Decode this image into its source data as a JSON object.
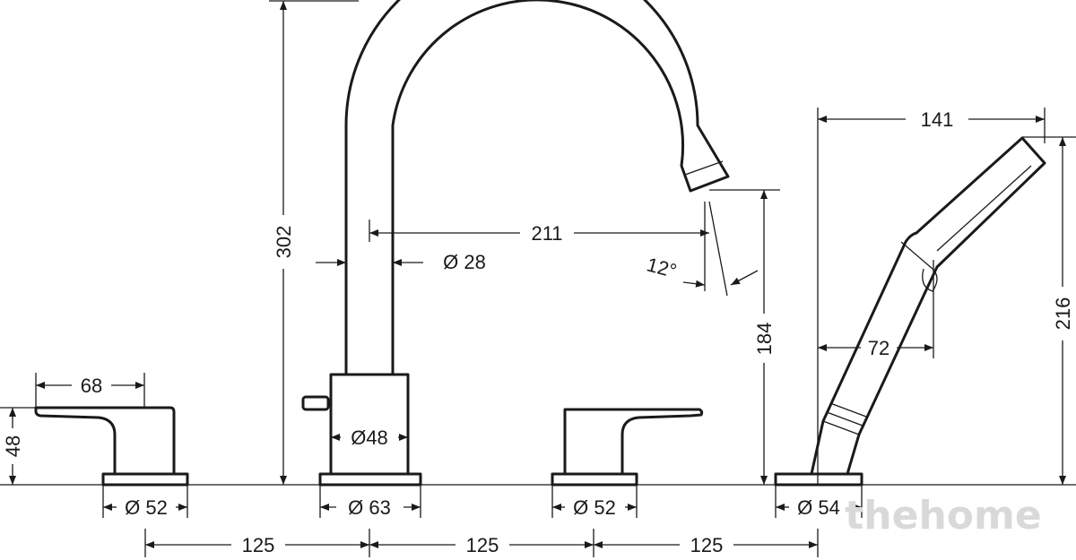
{
  "diagram": {
    "dimensions": {
      "d_68": "68",
      "d_48": "48",
      "d_52_left": "Ø 52",
      "d_302": "302",
      "d_28": "Ø 28",
      "d_211": "211",
      "d_12deg": "12°",
      "d_184": "184",
      "d_48dia": "Ø48",
      "d_63": "Ø 63",
      "d_52_right": "Ø 52",
      "d_141": "141",
      "d_216": "216",
      "d_72": "72",
      "d_54": "Ø 54",
      "spacing_1": "125",
      "spacing_2": "125",
      "spacing_3": "125"
    },
    "watermark": "thehome"
  }
}
